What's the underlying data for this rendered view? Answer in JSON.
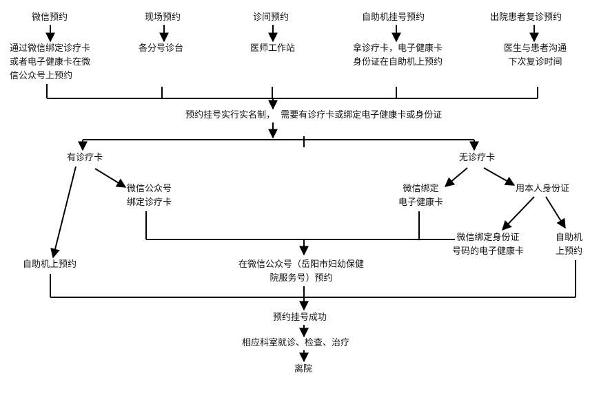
{
  "top_channels": {
    "wechat": {
      "title": "微信预约",
      "desc": "通过微信绑定诊疗卡\n或者电子健康卡在微\n信公众号上预约"
    },
    "onsite": {
      "title": "现场预约",
      "desc": "各分号诊台"
    },
    "clinic": {
      "title": "诊间预约",
      "desc": "医师工作站"
    },
    "kiosk": {
      "title": "自助机挂号预约",
      "desc": "拿诊疗卡，电子健康卡\n身份证在自助机上预约"
    },
    "discharge": {
      "title": "出院患者复诊预约",
      "desc": "医生与患者沟通\n下次复诊时间"
    }
  },
  "realname_note": "预约挂号实行实名制，  需要有诊疗卡或绑定电子健康卡或身份证",
  "has_card": {
    "label": "有诊疗卡",
    "kiosk_booking": "自助机上预约",
    "bind_card": "微信公众号\n绑定诊疗卡"
  },
  "no_card": {
    "label": "无诊疗卡",
    "bind_health_card": "微信绑定\n电子健康卡",
    "use_id_card": "用本人身份证",
    "bind_id_health_card": "微信绑定身份证\n号码的电子健康卡",
    "kiosk_booking": "自助机\n上预约"
  },
  "wechat_booking": "在微信公众号（岳阳市妇幼保健\n院服务号）预约",
  "success": "预约挂号成功",
  "treatment": "相应科室就诊、检查、治疗",
  "leave": "离院"
}
